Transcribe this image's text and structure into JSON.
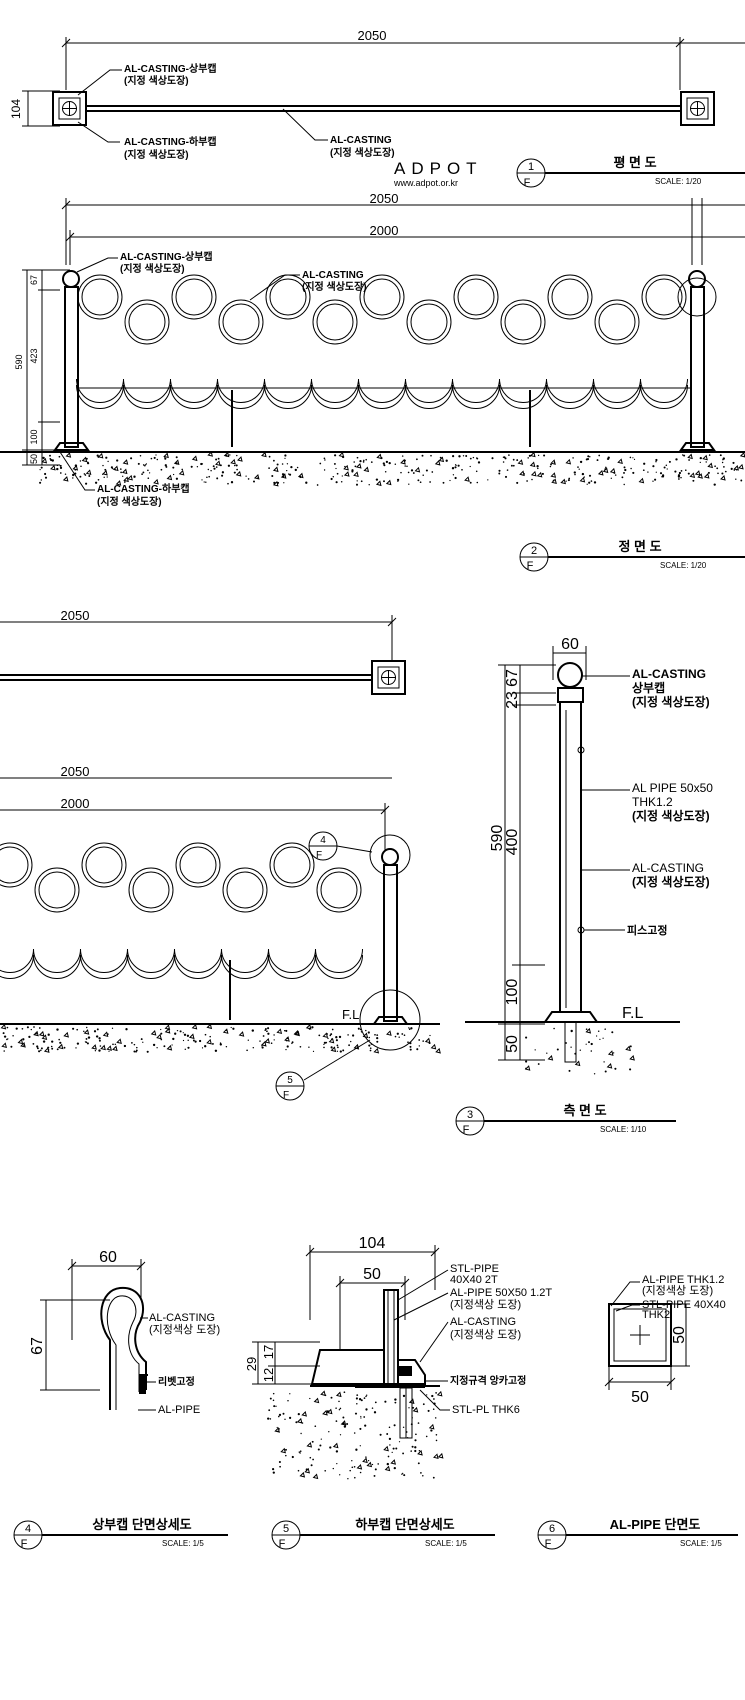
{
  "dims": {
    "plan_length": "2050",
    "plan_width": "104",
    "elev_overall": "2050",
    "elev_span": "2000",
    "elev_height": "590",
    "elev_panel": "423",
    "elev_cap": "67",
    "elev_base": "100",
    "elev_embed": "50",
    "side_cap_width": "60",
    "side_cap_h1": "23",
    "side_cap_h2": "67",
    "side_height": "590",
    "side_panel": "400",
    "side_base": "100",
    "side_embed": "50",
    "d4_width": "60",
    "d4_height": "67",
    "d5_width": "104",
    "d5_inner": "50",
    "d5_h1": "29",
    "d5_h2": "17",
    "d5_h3": "12",
    "d6_width": "50",
    "d6_height": "50"
  },
  "labels": {
    "al_casting_top_cap": "AL-CASTING-상부캡",
    "al_casting_bottom_cap": "AL-CASTING-하부캡",
    "designated_color": "(지정  색상도장)",
    "al_casting": "AL-CASTING",
    "cap_label": "상부캡",
    "al_pipe_50": "AL PIPE 50x50",
    "thk12": "THK1.2",
    "screw_fix": "피스고정",
    "fl": "F.L",
    "d4_al_casting": "AL-CASTING",
    "d4_color": "(지정색상 도장)",
    "d4_rivet": "리벳고정",
    "d4_al_pipe": "AL-PIPE",
    "d5_stl_pipe": "STL-PIPE",
    "d5_stl_size": "40X40  2T",
    "d5_al_pipe": "AL-PIPE  50X50  1.2T",
    "d5_color": "(지정색상  도장)",
    "d5_al_casting": "AL-CASTING",
    "d5_color2": "(지정색상  도장)",
    "d5_anchor": "지정규격  앙카고정",
    "d5_stl_pl": "STL-PL  THK6",
    "d6_al_pipe": "AL-PIPE  THK1.2",
    "d6_color": "(지정색상  도장)",
    "d6_stl_pipe": "STL-PIPE  40X40",
    "d6_thk2": "THK2"
  },
  "logo": {
    "name": "ADPOT",
    "url": "www.adpot.or.kr"
  },
  "titles": {
    "t1": {
      "num": "1",
      "sheet": "F",
      "title": "평    면    도",
      "scale": "SCALE: 1/20"
    },
    "t2": {
      "num": "2",
      "sheet": "F",
      "title": "정    면    도",
      "scale": "SCALE: 1/20"
    },
    "t3": {
      "num": "3",
      "sheet": "F",
      "title": "측    면    도",
      "scale": "SCALE: 1/10"
    },
    "t4": {
      "num": "4",
      "sheet": "F",
      "title": "상부캡 단면상세도",
      "scale": "SCALE: 1/5"
    },
    "t5": {
      "num": "5",
      "sheet": "F",
      "title": "하부캡 단면상세도",
      "scale": "SCALE: 1/5"
    },
    "t6": {
      "num": "6",
      "sheet": "F",
      "title": "AL-PIPE 단면도",
      "scale": "SCALE: 1/5"
    }
  },
  "callouts": {
    "c4": {
      "num": "4",
      "sheet": "F"
    },
    "c5": {
      "num": "5",
      "sheet": "F"
    }
  },
  "colors": {
    "line": "#000000",
    "background": "#ffffff",
    "logo_accent": "#cc0000"
  }
}
